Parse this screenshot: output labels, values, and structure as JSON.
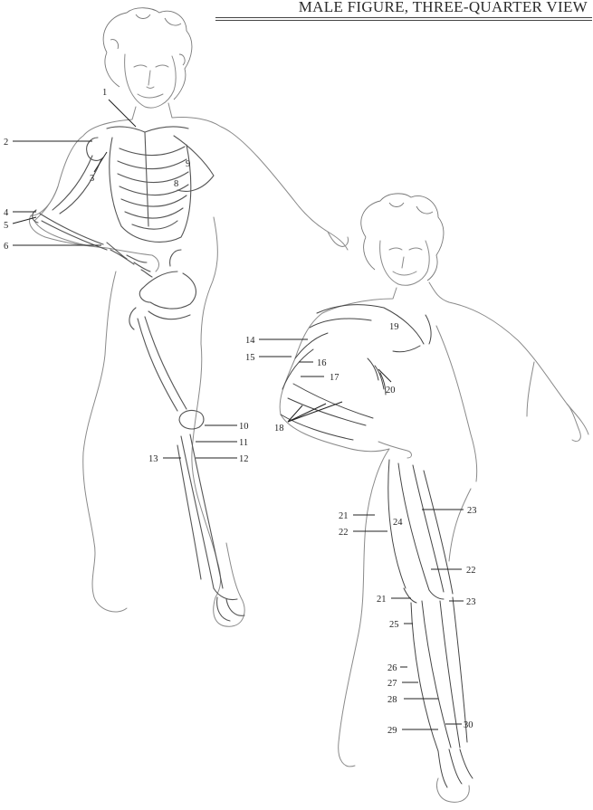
{
  "header": {
    "title": "MALE FIGURE, THREE-QUARTER VIEW"
  },
  "labels": {
    "l1": "1",
    "l2": "2",
    "l3": "3",
    "l4": "4",
    "l5": "5",
    "l6": "6",
    "l8": "8",
    "l9": "9",
    "l10": "10",
    "l11": "11",
    "l12": "12",
    "l13": "13",
    "l14": "14",
    "l15": "15",
    "l16": "16",
    "l17": "17",
    "l18": "18",
    "l19": "19",
    "l20": "20",
    "l21a": "21",
    "l21b": "21",
    "l22a": "22",
    "l22b": "22",
    "l23a": "23",
    "l23b": "23",
    "l24": "24",
    "l25": "25",
    "l26": "26",
    "l27": "27",
    "l28": "28",
    "l29": "29",
    "l30": "30"
  }
}
